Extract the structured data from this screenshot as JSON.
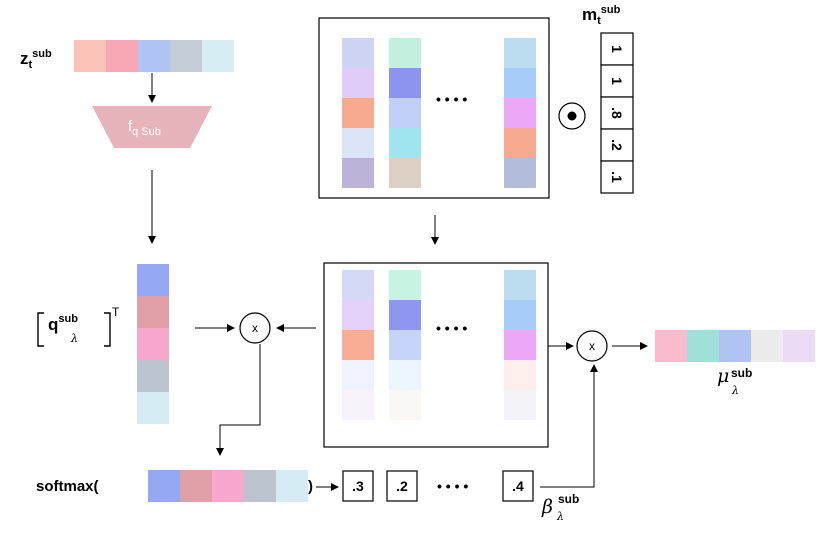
{
  "labels": {
    "z_base": "z",
    "z_sub": "t",
    "z_sup": "sub",
    "f_base": "f",
    "f_sub": "q Sub",
    "m_base": "m",
    "m_sub": "t",
    "m_sup": "sub",
    "q_base": "q",
    "q_sup": "sub",
    "q_sub": "λ",
    "q_T": "T",
    "softmax_open": "softmax(",
    "softmax_close": ")",
    "mu_base": "μ",
    "mu_sup": "sub",
    "mu_sub": "λ",
    "beta_base": "β",
    "beta_sup": "sub",
    "beta_sub": "λ",
    "times": "x",
    "dot": "•",
    "ellipsis": "• • • •"
  },
  "mask_values": [
    "1",
    "1",
    ".8",
    ".2",
    ".1"
  ],
  "beta_values": [
    ".3",
    ".2",
    ".4"
  ],
  "colors": {
    "z": [
      "#fcc4b8",
      "#f7a8b4",
      "#b0c4f4",
      "#c4ccd8",
      "#d6edf4"
    ],
    "f": "#e8b4bc",
    "q": [
      "#94a8f4",
      "#e0a0a8",
      "#f8a8cc",
      "#bcc4d0",
      "#d6ecf4"
    ],
    "softmax": [
      "#94a8f4",
      "#e0a0a8",
      "#f8a8cc",
      "#bcc4d0",
      "#d6ecf4"
    ],
    "mu": [
      "#f8bccc",
      "#a0e0d8",
      "#b0c4f4",
      "#ececec",
      "#eadcf4"
    ],
    "top_col1": [
      "#cdd4f4",
      "#e0ccf8",
      "#f8aa90",
      "#dce4f8",
      "#bcb4d8"
    ],
    "top_col2": [
      "#c4f0e0",
      "#8c94f0",
      "#c0d0fa",
      "#a0e4f0",
      "#dccfc4"
    ],
    "top_col3": [
      "#bcdcf0",
      "#a8ccfa",
      "#eca8f4",
      "#f8aa90",
      "#b4bcdc"
    ],
    "mid_col1": [
      "#d4daf6",
      "#e4d2fa",
      "#f8ad94",
      "#f0f3fd",
      "#f6f4fa"
    ],
    "mid_col2": [
      "#c8f2e2",
      "#8e96f0",
      "#c4d4fa",
      "#eaf6fc",
      "#faf8f6"
    ],
    "mid_col3": [
      "#bcdcf0",
      "#a8ccfa",
      "#eca8f4",
      "#fdf0ec",
      "#f4f4f8"
    ]
  }
}
